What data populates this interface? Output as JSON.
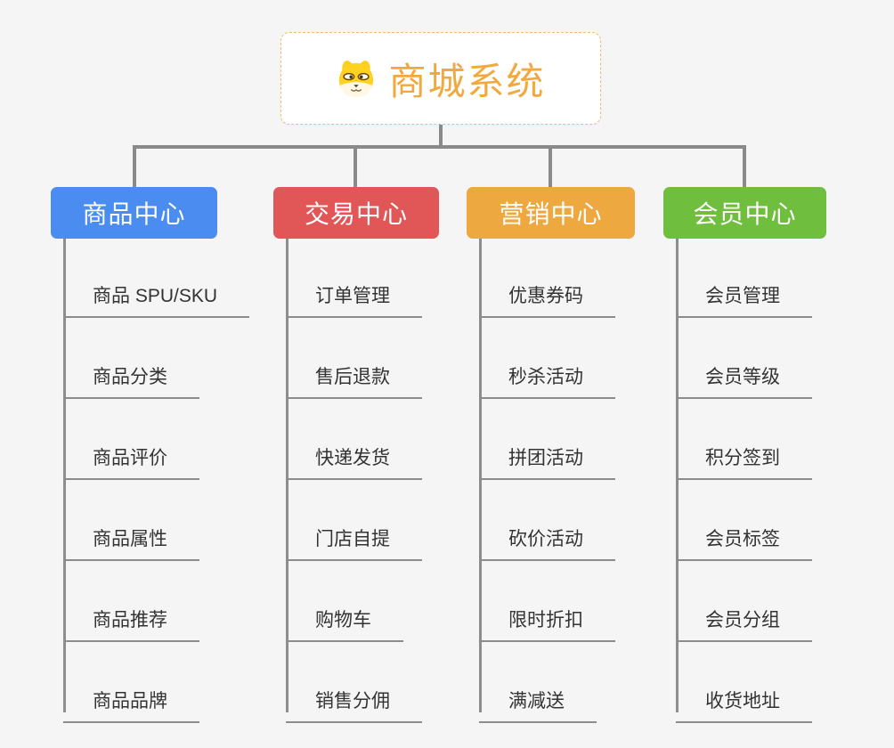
{
  "root": {
    "title": "商城系统",
    "icon": "doge-icon"
  },
  "colors": {
    "root_accent": "#f1a93f",
    "root_border": "#f0bc6e",
    "connector": "#8a8a8a",
    "item_text": "#333333",
    "canvas_bg": "#f5f5f6"
  },
  "branches": [
    {
      "label": "商品中心",
      "color": "#4a8cf0",
      "items": [
        "商品 SPU/SKU",
        "商品分类",
        "商品评价",
        "商品属性",
        "商品推荐",
        "商品品牌"
      ]
    },
    {
      "label": "交易中心",
      "color": "#e15656",
      "items": [
        "订单管理",
        "售后退款",
        "快递发货",
        "门店自提",
        "购物车",
        "销售分佣"
      ]
    },
    {
      "label": "营销中心",
      "color": "#eda83f",
      "items": [
        "优惠券码",
        "秒杀活动",
        "拼团活动",
        "砍价活动",
        "限时折扣",
        "满减送"
      ]
    },
    {
      "label": "会员中心",
      "color": "#6fbe3e",
      "items": [
        "会员管理",
        "会员等级",
        "积分签到",
        "会员标签",
        "会员分组",
        "收货地址"
      ]
    }
  ]
}
